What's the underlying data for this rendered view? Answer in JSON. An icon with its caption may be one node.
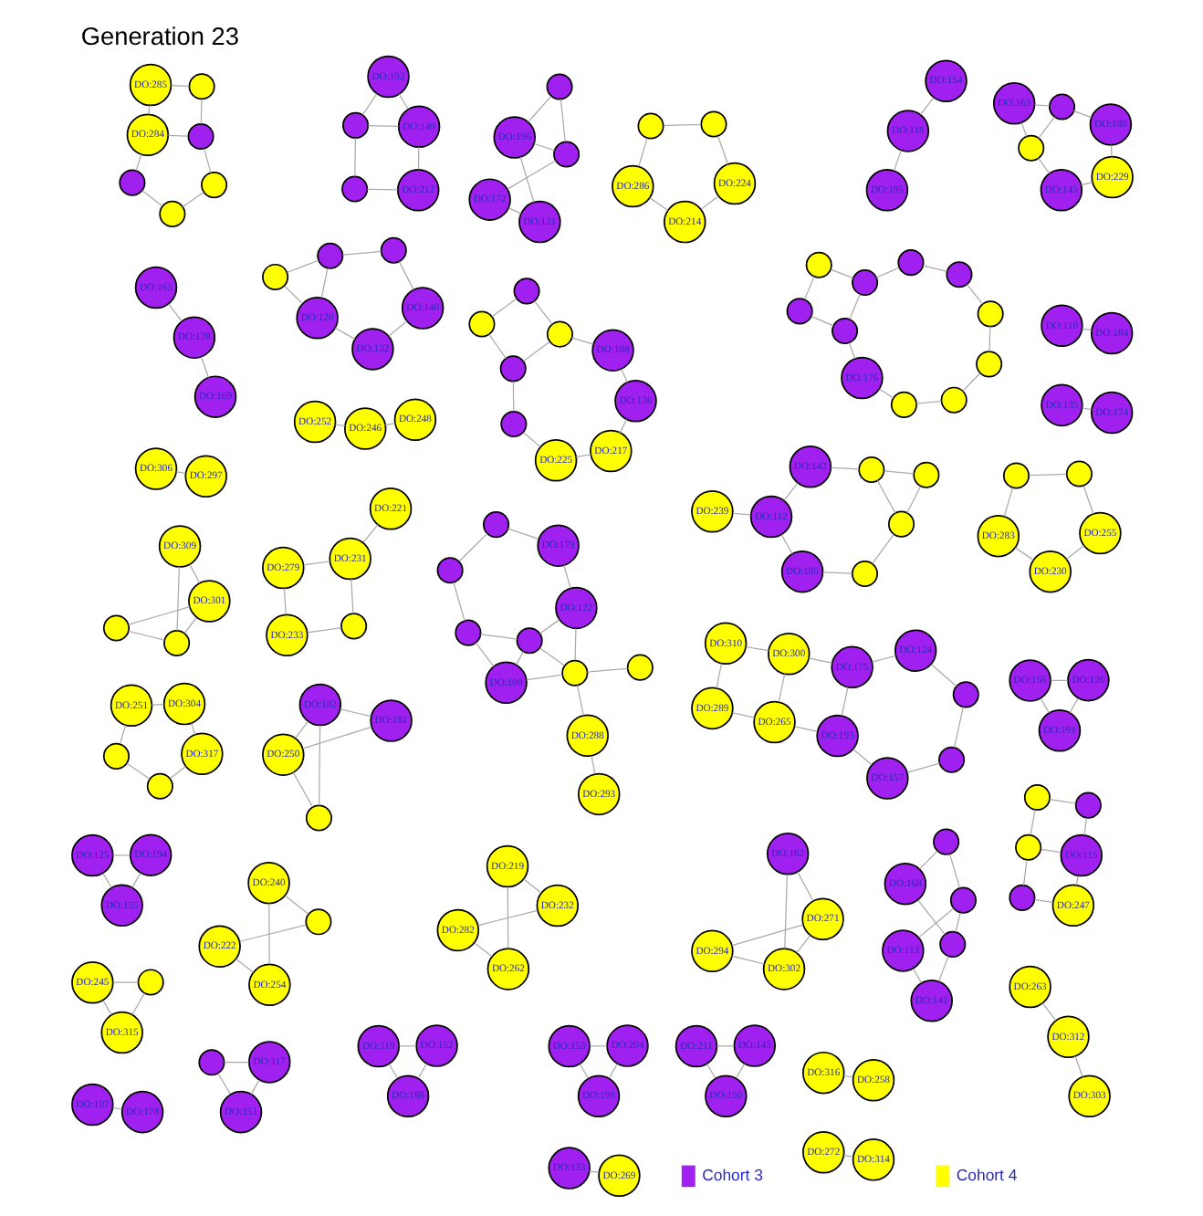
{
  "diagram": {
    "title": "Generation 23",
    "nodes": [
      {
        "text": [
          "DO:306"
        ]
      },
      {
        "text": [
          "DO:297"
        ]
      },
      {
        "text": [
          "DO:250"
        ]
      },
      {
        "text": [
          "DO:181"
        ]
      },
      {
        "text": [],
        "shape": "circle"
      },
      {
        "text": [
          "DO:182"
        ]
      },
      {
        "text": [
          "DO:282"
        ]
      },
      {
        "text": [
          "DO:232"
        ]
      },
      {
        "text": [
          "DO:262"
        ]
      },
      {
        "text": [
          "DO:219"
        ]
      },
      {
        "text": [
          "DO:153"
        ]
      },
      {
        "text": [
          "DO:204"
        ]
      },
      {
        "text": [
          "DO:198"
        ]
      },
      {
        "text": [
          "DO:316"
        ]
      },
      {
        "text": [
          "DO:258"
        ]
      },
      {
        "text": [
          "DO:107"
        ]
      },
      {
        "text": [
          "DO:178"
        ]
      },
      {
        "text": [],
        "shape": "circle"
      },
      {
        "text": [
          "DO:301"
        ]
      },
      {
        "text": [],
        "shape": "circle"
      },
      {
        "text": [
          "DO:309"
        ]
      },
      {
        "text": [
          "DO:294"
        ]
      },
      {
        "text": [
          "DO:271"
        ]
      },
      {
        "text": [
          "DO:302"
        ]
      },
      {
        "text": [
          "DO:162"
        ]
      },
      {
        "text": [
          "DO:245"
        ]
      },
      {
        "text": [],
        "shape": "circle"
      },
      {
        "text": [
          "DO:315"
        ]
      },
      {
        "text": [
          "DO:135"
        ]
      },
      {
        "text": [
          "DO:174"
        ]
      },
      {
        "text": [
          "DO:211"
        ]
      },
      {
        "text": [
          "DO:143"
        ]
      },
      {
        "text": [
          "DO:150"
        ]
      },
      {
        "text": [
          "DO:156"
        ]
      },
      {
        "text": [
          "DO:126"
        ]
      },
      {
        "text": [
          "DO:191"
        ]
      },
      {
        "text": [
          "DO:113"
        ]
      },
      {
        "text": [],
        "shape": "circle"
      },
      {
        "text": [
          "DO:141"
        ]
      },
      {
        "text": [],
        "shape": "circle"
      },
      {
        "text": [],
        "shape": "circle"
      },
      {
        "text": [
          "DO:168"
        ]
      },
      {
        "text": [],
        "shape": "circle"
      },
      {
        "text": [],
        "shape": "circle"
      },
      {
        "text": [
          "DO:108"
        ]
      },
      {
        "text": [],
        "shape": "circle"
      },
      {
        "text": [
          "DO:136"
        ]
      },
      {
        "text": [],
        "shape": "circle"
      },
      {
        "text": [],
        "shape": "circle"
      },
      {
        "text": [
          "DO:217"
        ]
      },
      {
        "text": [
          "DO:225"
        ]
      },
      {
        "text": [
          "DO:165"
        ]
      },
      {
        "text": [
          "DO:128"
        ]
      },
      {
        "text": [
          "DO:169"
        ]
      },
      {
        "text": [],
        "shape": "circle"
      },
      {
        "text": [
          "DO:117"
        ]
      },
      {
        "text": [
          "DO:151"
        ]
      },
      {
        "text": [
          "DO:119"
        ]
      },
      {
        "text": [
          "DO:152"
        ]
      },
      {
        "text": [
          "DO:188"
        ]
      },
      {
        "text": [
          "DO:125"
        ]
      },
      {
        "text": [
          "DO:194"
        ]
      },
      {
        "text": [
          "DO:155"
        ]
      },
      {
        "text": [
          "DO:252"
        ]
      },
      {
        "text": [
          "DO:248"
        ]
      },
      {
        "text": [
          "DO:246"
        ]
      },
      {
        "text": [],
        "shape": "circle"
      },
      {
        "text": [],
        "shape": "circle"
      },
      {
        "text": [],
        "shape": "circle"
      },
      {
        "text": [
          "DO:285"
        ]
      },
      {
        "text": [],
        "shape": "circle"
      },
      {
        "text": [
          "DO:284"
        ]
      },
      {
        "text": [],
        "shape": "circle"
      },
      {
        "text": [
          "DO:110"
        ]
      },
      {
        "text": [
          "DO:184"
        ]
      },
      {
        "text": [
          "DO:272"
        ]
      },
      {
        "text": [
          "DO:314"
        ]
      },
      {
        "text": [],
        "shape": "circle"
      },
      {
        "text": [
          "DO:120"
        ]
      },
      {
        "text": [
          "DO:132"
        ]
      },
      {
        "text": [],
        "shape": "circle"
      },
      {
        "text": [
          "DO:140"
        ]
      },
      {
        "text": [],
        "shape": "circle"
      },
      {
        "text": [],
        "shape": "circle"
      },
      {
        "text": [
          "DO:251"
        ]
      },
      {
        "text": [],
        "shape": "circle"
      },
      {
        "text": [
          "DO:304"
        ]
      },
      {
        "text": [
          "DO:317"
        ]
      },
      {
        "text": [
          "DO:118"
        ]
      },
      {
        "text": [
          "DO:154"
        ]
      },
      {
        "text": [
          "DO:195"
        ]
      },
      {
        "text": [
          "DO:310"
        ]
      },
      {
        "text": [
          "DO:300"
        ]
      },
      {
        "text": [
          "DO:289"
        ]
      },
      {
        "text": [
          "DO:265"
        ]
      },
      {
        "text": [
          "DO:124"
        ]
      },
      {
        "text": [
          "DO:175"
        ]
      },
      {
        "text": [
          "DO:193"
        ]
      },
      {
        "text": [],
        "shape": "circle"
      },
      {
        "text": [],
        "shape": "circle"
      },
      {
        "text": [
          "DO:157"
        ]
      },
      {
        "text": [
          "DO:145"
        ]
      },
      {
        "text": [
          "DO:229"
        ]
      },
      {
        "text": [],
        "shape": "circle"
      },
      {
        "text": [],
        "shape": "circle"
      },
      {
        "text": [
          "DO:180"
        ]
      },
      {
        "text": [
          "DO:163"
        ]
      },
      {
        "text": [],
        "shape": "circle"
      },
      {
        "text": [
          "DO:192"
        ]
      },
      {
        "text": [],
        "shape": "circle"
      },
      {
        "text": [
          "DO:149"
        ]
      },
      {
        "text": [
          "DO:212"
        ]
      },
      {
        "text": [
          "DO:142"
        ]
      },
      {
        "text": [],
        "shape": "circle"
      },
      {
        "text": [
          "DO:112"
        ]
      },
      {
        "text": [
          "DO:239"
        ]
      },
      {
        "text": [],
        "shape": "circle"
      },
      {
        "text": [],
        "shape": "circle"
      },
      {
        "text": [
          "DO:185"
        ]
      },
      {
        "text": [],
        "shape": "circle"
      },
      {
        "text": [],
        "shape": "circle"
      },
      {
        "text": [],
        "shape": "circle"
      },
      {
        "text": [
          "DO:247"
        ]
      },
      {
        "text": [],
        "shape": "circle"
      },
      {
        "text": [],
        "shape": "circle"
      },
      {
        "text": [
          "DO:115"
        ]
      },
      {
        "text": [
          "DO:233"
        ]
      },
      {
        "text": [],
        "shape": "circle"
      },
      {
        "text": [
          "DO:279"
        ]
      },
      {
        "text": [
          "DO:231"
        ]
      },
      {
        "text": [
          "DO:221"
        ]
      },
      {
        "text": [],
        "shape": "circle"
      },
      {
        "text": [
          "DO:179"
        ]
      },
      {
        "text": [],
        "shape": "circle"
      },
      {
        "text": [
          "DO:122"
        ]
      },
      {
        "text": [],
        "shape": "circle"
      },
      {
        "text": [],
        "shape": "circle"
      },
      {
        "text": [
          "DO:109"
        ]
      },
      {
        "text": [],
        "shape": "circle"
      },
      {
        "text": [
          "DO:293"
        ]
      },
      {
        "text": [],
        "shape": "circle"
      },
      {
        "text": [
          "DO:288"
        ]
      },
      {
        "text": [
          "DO:263"
        ]
      },
      {
        "text": [
          "DO:312"
        ]
      },
      {
        "text": [
          "DO:303"
        ]
      },
      {
        "text": [],
        "shape": "circle"
      },
      {
        "text": [],
        "shape": "circle"
      },
      {
        "text": [],
        "shape": "circle"
      },
      {
        "text": [],
        "shape": "circle"
      },
      {
        "text": [],
        "shape": "circle"
      },
      {
        "text": [],
        "shape": "circle"
      },
      {
        "text": [
          "DO:176"
        ]
      },
      {
        "text": [],
        "shape": "circle"
      },
      {
        "text": [],
        "shape": "circle"
      },
      {
        "text": [],
        "shape": "circle"
      },
      {
        "text": [],
        "shape": "circle"
      },
      {
        "text": [
          "DO:222"
        ]
      },
      {
        "text": [],
        "shape": "circle"
      },
      {
        "text": [
          "DO:254"
        ]
      },
      {
        "text": [
          "DO:240"
        ]
      },
      {
        "text": [
          "DO:286"
        ]
      },
      {
        "text": [],
        "shape": "circle"
      },
      {
        "text": [
          "DO:214"
        ]
      },
      {
        "text": [],
        "shape": "circle"
      },
      {
        "text": [
          "DO:224"
        ]
      },
      {
        "text": [
          "DO:283"
        ]
      },
      {
        "text": [],
        "shape": "circle"
      },
      {
        "text": [
          "DO:230"
        ]
      },
      {
        "text": [],
        "shape": "circle"
      },
      {
        "text": [
          "DO:255"
        ]
      },
      {
        "text": [
          "DO:133"
        ]
      },
      {
        "text": [
          "DO:269"
        ]
      },
      {
        "text": [
          "DO:172"
        ]
      },
      {
        "text": [],
        "shape": "circle"
      },
      {
        "text": [
          "DO:121"
        ]
      },
      {
        "text": [],
        "shape": "circle"
      },
      {
        "text": [
          "DO:196"
        ]
      }
    ],
    "edges": [
      {
        "from": 0,
        "to": 1,
        "arrow": "none"
      },
      {
        "from": 2,
        "to": 3,
        "arrow": "none"
      },
      {
        "from": 2,
        "to": 4,
        "arrow": "none"
      },
      {
        "from": 3,
        "to": 5,
        "arrow": "none"
      },
      {
        "from": 4,
        "to": 5,
        "arrow": "none"
      },
      {
        "from": 2,
        "to": 5,
        "arrow": "none"
      },
      {
        "from": 6,
        "to": 7,
        "arrow": "none"
      },
      {
        "from": 6,
        "to": 8,
        "arrow": "none"
      },
      {
        "from": 8,
        "to": 9,
        "arrow": "none"
      },
      {
        "from": 7,
        "to": 9,
        "arrow": "none"
      },
      {
        "from": 10,
        "to": 11,
        "arrow": "none"
      },
      {
        "from": 10,
        "to": 12,
        "arrow": "none"
      },
      {
        "from": 11,
        "to": 12,
        "arrow": "none"
      },
      {
        "from": 13,
        "to": 14,
        "arrow": "none"
      },
      {
        "from": 15,
        "to": 16,
        "arrow": "none"
      },
      {
        "from": 17,
        "to": 18,
        "arrow": "none"
      },
      {
        "from": 17,
        "to": 19,
        "arrow": "none"
      },
      {
        "from": 18,
        "to": 20,
        "arrow": "none"
      },
      {
        "from": 19,
        "to": 20,
        "arrow": "none"
      },
      {
        "from": 18,
        "to": 19,
        "arrow": "none"
      },
      {
        "from": 21,
        "to": 22,
        "arrow": "none"
      },
      {
        "from": 21,
        "to": 23,
        "arrow": "none"
      },
      {
        "from": 22,
        "to": 23,
        "arrow": "none"
      },
      {
        "from": 23,
        "to": 24,
        "arrow": "none"
      },
      {
        "from": 22,
        "to": 24,
        "arrow": "none"
      },
      {
        "from": 25,
        "to": 26,
        "arrow": "none"
      },
      {
        "from": 25,
        "to": 27,
        "arrow": "none"
      },
      {
        "from": 26,
        "to": 27,
        "arrow": "none"
      },
      {
        "from": 28,
        "to": 29,
        "arrow": "none"
      },
      {
        "from": 30,
        "to": 31,
        "arrow": "none"
      },
      {
        "from": 30,
        "to": 32,
        "arrow": "none"
      },
      {
        "from": 31,
        "to": 32,
        "arrow": "none"
      },
      {
        "from": 33,
        "to": 34,
        "arrow": "none"
      },
      {
        "from": 33,
        "to": 35,
        "arrow": "none"
      },
      {
        "from": 34,
        "to": 35,
        "arrow": "none"
      },
      {
        "from": 36,
        "to": 37,
        "arrow": "none"
      },
      {
        "from": 36,
        "to": 38,
        "arrow": "none"
      },
      {
        "from": 37,
        "to": 39,
        "arrow": "none"
      },
      {
        "from": 38,
        "to": 40,
        "arrow": "none"
      },
      {
        "from": 39,
        "to": 41,
        "arrow": "none"
      },
      {
        "from": 40,
        "to": 41,
        "arrow": "none"
      },
      {
        "from": 37,
        "to": 40,
        "arrow": "none"
      },
      {
        "from": 42,
        "to": 43,
        "arrow": "none"
      },
      {
        "from": 43,
        "to": 44,
        "arrow": "none"
      },
      {
        "from": 42,
        "to": 45,
        "arrow": "none"
      },
      {
        "from": 44,
        "to": 46,
        "arrow": "none"
      },
      {
        "from": 45,
        "to": 47,
        "arrow": "none"
      },
      {
        "from": 46,
        "to": 49,
        "arrow": "none"
      },
      {
        "from": 47,
        "to": 48,
        "arrow": "none"
      },
      {
        "from": 48,
        "to": 50,
        "arrow": "none"
      },
      {
        "from": 49,
        "to": 50,
        "arrow": "none"
      },
      {
        "from": 43,
        "to": 47,
        "arrow": "none"
      },
      {
        "from": 51,
        "to": 52,
        "arrow": "none"
      },
      {
        "from": 52,
        "to": 53,
        "arrow": "none"
      },
      {
        "from": 54,
        "to": 55,
        "arrow": "none"
      },
      {
        "from": 54,
        "to": 56,
        "arrow": "none"
      },
      {
        "from": 55,
        "to": 56,
        "arrow": "none"
      },
      {
        "from": 57,
        "to": 58,
        "arrow": "none"
      },
      {
        "from": 57,
        "to": 59,
        "arrow": "none"
      },
      {
        "from": 58,
        "to": 59,
        "arrow": "none"
      },
      {
        "from": 60,
        "to": 61,
        "arrow": "none"
      },
      {
        "from": 60,
        "to": 62,
        "arrow": "none"
      },
      {
        "from": 61,
        "to": 62,
        "arrow": "none"
      },
      {
        "from": 63,
        "to": 65,
        "arrow": "none"
      },
      {
        "from": 64,
        "to": 65,
        "arrow": "none"
      },
      {
        "from": 66,
        "to": 67,
        "arrow": "none"
      },
      {
        "from": 66,
        "to": 68,
        "arrow": "none"
      },
      {
        "from": 67,
        "to": 69,
        "arrow": "none"
      },
      {
        "from": 68,
        "to": 70,
        "arrow": "none"
      },
      {
        "from": 69,
        "to": 71,
        "arrow": "none"
      },
      {
        "from": 70,
        "to": 72,
        "arrow": "none"
      },
      {
        "from": 71,
        "to": 72,
        "arrow": "none"
      },
      {
        "from": 66,
        "to": 71,
        "arrow": "none"
      },
      {
        "from": 73,
        "to": 74,
        "arrow": "none"
      },
      {
        "from": 75,
        "to": 76,
        "arrow": "none"
      },
      {
        "from": 77,
        "to": 78,
        "arrow": "none"
      },
      {
        "from": 78,
        "to": 79,
        "arrow": "none"
      },
      {
        "from": 77,
        "to": 80,
        "arrow": "none"
      },
      {
        "from": 79,
        "to": 81,
        "arrow": "none"
      },
      {
        "from": 80,
        "to": 82,
        "arrow": "none"
      },
      {
        "from": 81,
        "to": 82,
        "arrow": "none"
      },
      {
        "from": 78,
        "to": 80,
        "arrow": "none"
      },
      {
        "from": 83,
        "to": 84,
        "arrow": "none"
      },
      {
        "from": 83,
        "to": 85,
        "arrow": "none"
      },
      {
        "from": 84,
        "to": 86,
        "arrow": "none"
      },
      {
        "from": 85,
        "to": 87,
        "arrow": "none"
      },
      {
        "from": 86,
        "to": 87,
        "arrow": "none"
      },
      {
        "from": 88,
        "to": 89,
        "arrow": "none"
      },
      {
        "from": 88,
        "to": 90,
        "arrow": "none"
      },
      {
        "from": 91,
        "to": 92,
        "arrow": "none"
      },
      {
        "from": 91,
        "to": 93,
        "arrow": "none"
      },
      {
        "from": 92,
        "to": 94,
        "arrow": "none"
      },
      {
        "from": 93,
        "to": 94,
        "arrow": "none"
      },
      {
        "from": 92,
        "to": 96,
        "arrow": "none"
      },
      {
        "from": 94,
        "to": 97,
        "arrow": "none"
      },
      {
        "from": 95,
        "to": 96,
        "arrow": "none"
      },
      {
        "from": 96,
        "to": 97,
        "arrow": "none"
      },
      {
        "from": 95,
        "to": 98,
        "arrow": "none"
      },
      {
        "from": 98,
        "to": 99,
        "arrow": "none"
      },
      {
        "from": 99,
        "to": 100,
        "arrow": "none"
      },
      {
        "from": 97,
        "to": 100,
        "arrow": "none"
      },
      {
        "from": 101,
        "to": 102,
        "arrow": "none"
      },
      {
        "from": 101,
        "to": 103,
        "arrow": "none"
      },
      {
        "from": 103,
        "to": 104,
        "arrow": "none"
      },
      {
        "from": 102,
        "to": 105,
        "arrow": "none"
      },
      {
        "from": 104,
        "to": 105,
        "arrow": "none"
      },
      {
        "from": 104,
        "to": 106,
        "arrow": "none"
      },
      {
        "from": 103,
        "to": 106,
        "arrow": "none"
      },
      {
        "from": 107,
        "to": 108,
        "arrow": "none"
      },
      {
        "from": 107,
        "to": 109,
        "arrow": "none"
      },
      {
        "from": 108,
        "to": 110,
        "arrow": "none"
      },
      {
        "from": 109,
        "to": 111,
        "arrow": "none"
      },
      {
        "from": 110,
        "to": 111,
        "arrow": "none"
      },
      {
        "from": 107,
        "to": 110,
        "arrow": "none"
      },
      {
        "from": 112,
        "to": 113,
        "arrow": "none"
      },
      {
        "from": 112,
        "to": 114,
        "arrow": "none"
      },
      {
        "from": 114,
        "to": 115,
        "arrow": "none"
      },
      {
        "from": 113,
        "to": 116,
        "arrow": "none"
      },
      {
        "from": 116,
        "to": 117,
        "arrow": "none"
      },
      {
        "from": 114,
        "to": 118,
        "arrow": "none"
      },
      {
        "from": 117,
        "to": 119,
        "arrow": "none"
      },
      {
        "from": 118,
        "to": 119,
        "arrow": "none"
      },
      {
        "from": 113,
        "to": 117,
        "arrow": "none"
      },
      {
        "from": 120,
        "to": 121,
        "arrow": "none"
      },
      {
        "from": 121,
        "to": 122,
        "arrow": "none"
      },
      {
        "from": 120,
        "to": 123,
        "arrow": "none"
      },
      {
        "from": 123,
        "to": 124,
        "arrow": "none"
      },
      {
        "from": 124,
        "to": 125,
        "arrow": "none"
      },
      {
        "from": 122,
        "to": 125,
        "arrow": "none"
      },
      {
        "from": 120,
        "to": 125,
        "arrow": "none"
      },
      {
        "from": 126,
        "to": 127,
        "arrow": "none"
      },
      {
        "from": 126,
        "to": 128,
        "arrow": "none"
      },
      {
        "from": 127,
        "to": 129,
        "arrow": "none"
      },
      {
        "from": 128,
        "to": 129,
        "arrow": "none"
      },
      {
        "from": 129,
        "to": 130,
        "arrow": "none"
      },
      {
        "from": 131,
        "to": 132,
        "arrow": "none"
      },
      {
        "from": 131,
        "to": 133,
        "arrow": "none"
      },
      {
        "from": 132,
        "to": 134,
        "arrow": "none"
      },
      {
        "from": 133,
        "to": 135,
        "arrow": "none"
      },
      {
        "from": 134,
        "to": 136,
        "arrow": "none"
      },
      {
        "from": 135,
        "to": 136,
        "arrow": "none"
      },
      {
        "from": 135,
        "to": 137,
        "arrow": "none"
      },
      {
        "from": 136,
        "to": 137,
        "arrow": "none"
      },
      {
        "from": 134,
        "to": 138,
        "arrow": "none"
      },
      {
        "from": 136,
        "to": 138,
        "arrow": "none"
      },
      {
        "from": 137,
        "to": 138,
        "arrow": "none"
      },
      {
        "from": 138,
        "to": 140,
        "arrow": "none"
      },
      {
        "from": 138,
        "to": 141,
        "arrow": "none"
      },
      {
        "from": 139,
        "to": 141,
        "arrow": "none"
      },
      {
        "from": 142,
        "to": 143,
        "arrow": "none"
      },
      {
        "from": 143,
        "to": 144,
        "arrow": "none"
      },
      {
        "from": 145,
        "to": 146,
        "arrow": "none"
      },
      {
        "from": 145,
        "to": 147,
        "arrow": "none"
      },
      {
        "from": 146,
        "to": 148,
        "arrow": "none"
      },
      {
        "from": 147,
        "to": 149,
        "arrow": "none"
      },
      {
        "from": 148,
        "to": 150,
        "arrow": "none"
      },
      {
        "from": 149,
        "to": 151,
        "arrow": "none"
      },
      {
        "from": 150,
        "to": 152,
        "arrow": "none"
      },
      {
        "from": 151,
        "to": 153,
        "arrow": "none"
      },
      {
        "from": 152,
        "to": 154,
        "arrow": "none"
      },
      {
        "from": 153,
        "to": 155,
        "arrow": "none"
      },
      {
        "from": 154,
        "to": 155,
        "arrow": "none"
      },
      {
        "from": 146,
        "to": 149,
        "arrow": "none"
      },
      {
        "from": 156,
        "to": 157,
        "arrow": "none"
      },
      {
        "from": 156,
        "to": 158,
        "arrow": "none"
      },
      {
        "from": 157,
        "to": 159,
        "arrow": "none"
      },
      {
        "from": 158,
        "to": 159,
        "arrow": "none"
      },
      {
        "from": 160,
        "to": 161,
        "arrow": "none"
      },
      {
        "from": 160,
        "to": 162,
        "arrow": "none"
      },
      {
        "from": 161,
        "to": 163,
        "arrow": "none"
      },
      {
        "from": 162,
        "to": 164,
        "arrow": "none"
      },
      {
        "from": 163,
        "to": 164,
        "arrow": "none"
      },
      {
        "from": 165,
        "to": 166,
        "arrow": "none"
      },
      {
        "from": 165,
        "to": 167,
        "arrow": "none"
      },
      {
        "from": 166,
        "to": 168,
        "arrow": "none"
      },
      {
        "from": 167,
        "to": 169,
        "arrow": "none"
      },
      {
        "from": 168,
        "to": 169,
        "arrow": "none"
      },
      {
        "from": 170,
        "to": 171,
        "arrow": "none"
      },
      {
        "from": 172,
        "to": 173,
        "arrow": "none"
      },
      {
        "from": 172,
        "to": 174,
        "arrow": "none"
      },
      {
        "from": 173,
        "to": 175,
        "arrow": "none"
      },
      {
        "from": 174,
        "to": 176,
        "arrow": "none"
      },
      {
        "from": 175,
        "to": 176,
        "arrow": "none"
      },
      {
        "from": 173,
        "to": 176,
        "arrow": "none"
      }
    ],
    "legend": [
      {
        "text": "Cohort 3",
        "color": "#a020f0"
      },
      {
        "text": "Cohort 4",
        "color": "#ffff00"
      }
    ]
  }
}
